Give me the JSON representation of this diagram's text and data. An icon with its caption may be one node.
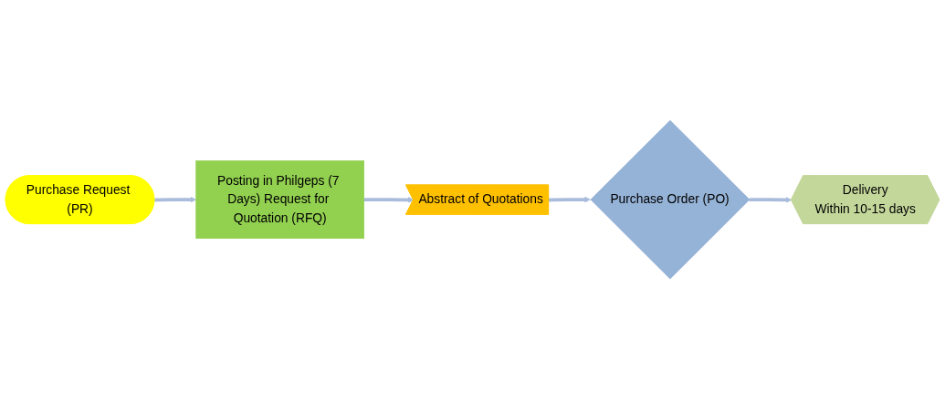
{
  "diagram": {
    "nodes": [
      {
        "text": [
          "Purchase Request (PR)"
        ]
      },
      {
        "text": [
          "Posting in Philgeps (7 Days) Request for Quotation (RFQ)"
        ]
      },
      {
        "text": [
          "Abstract of Quotations"
        ]
      },
      {
        "text": [
          "Purchase Order (PO)"
        ]
      },
      {
        "text": [
          "Delivery",
          "Within 10-15 days"
        ]
      }
    ],
    "edges": [
      {
        "from": 0,
        "to": 1,
        "arrow": "to"
      },
      {
        "from": 1,
        "to": 2,
        "arrow": "to"
      },
      {
        "from": 2,
        "to": 3,
        "arrow": "to"
      },
      {
        "from": 3,
        "to": 4,
        "arrow": "to"
      }
    ]
  }
}
